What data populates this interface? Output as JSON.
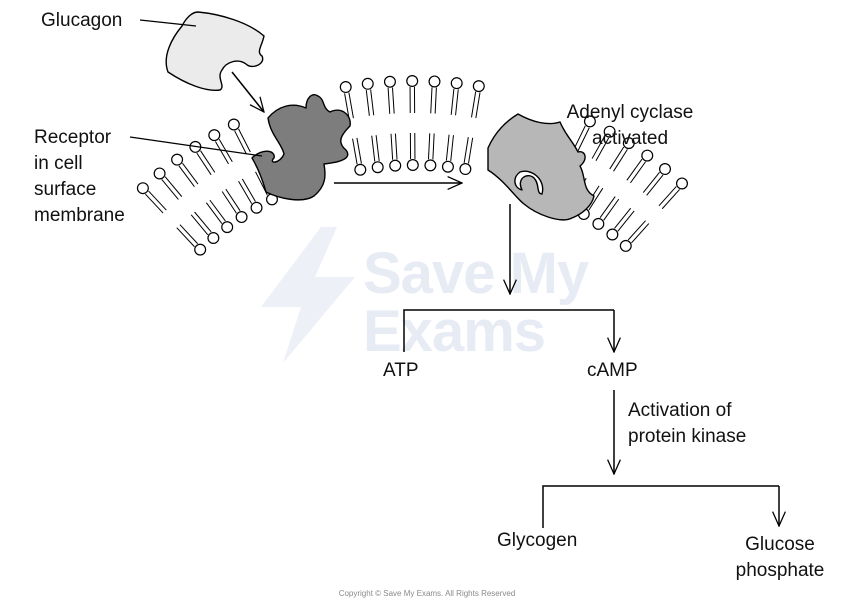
{
  "labels": {
    "glucagon": "Glucagon",
    "receptor_line1": "Receptor",
    "receptor_line2": "in cell",
    "receptor_line3": "surface",
    "receptor_line4": "membrane",
    "adenyl_line1": "Adenyl cyclase",
    "adenyl_line2": "activated",
    "atp": "ATP",
    "camp": "cAMP",
    "activation_line1": "Activation of",
    "activation_line2": "protein kinase",
    "glycogen": "Glycogen",
    "glucose_line1": "Glucose",
    "glucose_line2": "phosphate"
  },
  "watermark": {
    "line1": "Save My",
    "line2": "Exams"
  },
  "footer": {
    "copyright": "Copyright © Save My Exams. All Rights Reserved"
  },
  "colors": {
    "glucagon_fill": "#ebebeb",
    "receptor_fill": "#7d7d7d",
    "adenyl_cyclase_fill": "#b7b7b7",
    "phospholipid_head": "#ffffff",
    "outline": "#000000",
    "watermark": "#e7ebf4"
  }
}
